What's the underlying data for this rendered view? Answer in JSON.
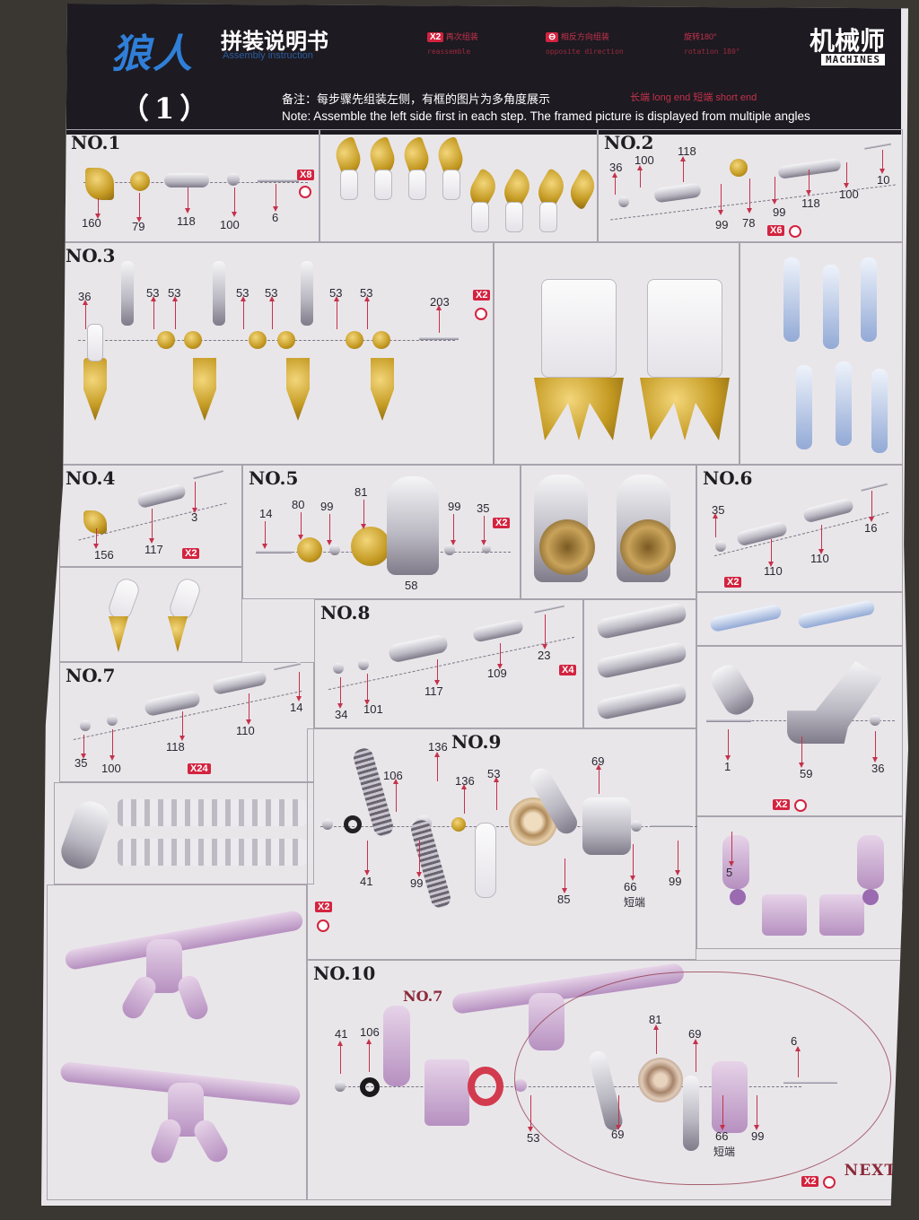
{
  "header": {
    "brand": "狼人",
    "title_cn": "拼装说明书",
    "title_en": "Assembly instruction",
    "legend": [
      {
        "tag": "X2",
        "label": "再次组装",
        "sub": "reassemble"
      },
      {
        "tag": "⊖",
        "label": "相反方向组装",
        "sub": "opposite direction"
      },
      {
        "tag": "",
        "label": "旋转180°",
        "sub": "rotation 180°"
      }
    ],
    "logo_cn": "机械师",
    "logo_en": "MACHINES",
    "page_number": "（1）",
    "note_cn": "备注：每步骤先组装左侧，有框的图片为多角度展示",
    "note_cn_extra": "长端 long end    短端 short end",
    "note_en": "Note: Assemble the left side first in each step. The framed picture is displayed from multiple angles"
  },
  "steps": {
    "no1": {
      "label": "NO.1",
      "parts": [
        "160",
        "79",
        "118",
        "100",
        "6"
      ],
      "badge": "X8"
    },
    "no2": {
      "label": "NO.2",
      "parts": [
        "36",
        "100",
        "118",
        "99",
        "78",
        "99",
        "118",
        "100",
        "10"
      ],
      "badge": "X6"
    },
    "no3": {
      "label": "NO.3",
      "parts": [
        "36",
        "53",
        "53",
        "53",
        "53",
        "53",
        "53",
        "203"
      ],
      "badge": "X2"
    },
    "no4": {
      "label": "NO.4",
      "parts": [
        "156",
        "117",
        "3"
      ],
      "badge": "X2"
    },
    "no5": {
      "label": "NO.5",
      "parts": [
        "14",
        "80",
        "99",
        "81",
        "58",
        "99",
        "35"
      ],
      "badge": "X2"
    },
    "no6": {
      "label": "NO.6",
      "parts": [
        "35",
        "110",
        "110",
        "16"
      ],
      "badge": "X2"
    },
    "no7": {
      "label": "NO.7",
      "parts": [
        "35",
        "100",
        "118",
        "110",
        "14"
      ],
      "badge": "X24"
    },
    "no8": {
      "label": "NO.8",
      "parts": [
        "34",
        "101",
        "117",
        "109",
        "23",
        "1",
        "59",
        "36"
      ],
      "badge": "X4",
      "badge2": "X2"
    },
    "no9": {
      "label": "NO.9",
      "parts": [
        "106",
        "136",
        "136",
        "53",
        "69",
        "41",
        "99",
        "85",
        "66",
        "99",
        "5"
      ],
      "short_end": "短端",
      "badge": "X2"
    },
    "no10": {
      "label": "NO.10",
      "sub_label": "NO.7",
      "parts": [
        "41",
        "106",
        "53",
        "69",
        "81",
        "69",
        "66",
        "99",
        "6"
      ],
      "short_end": "短端",
      "badge": "X2"
    }
  },
  "footer": {
    "next": "NEXT"
  },
  "colors": {
    "accent": "#d3233f",
    "header_bg": "#1d1a21",
    "brand_blue": "#2f7fd8",
    "paper": "#e9e6ea"
  }
}
